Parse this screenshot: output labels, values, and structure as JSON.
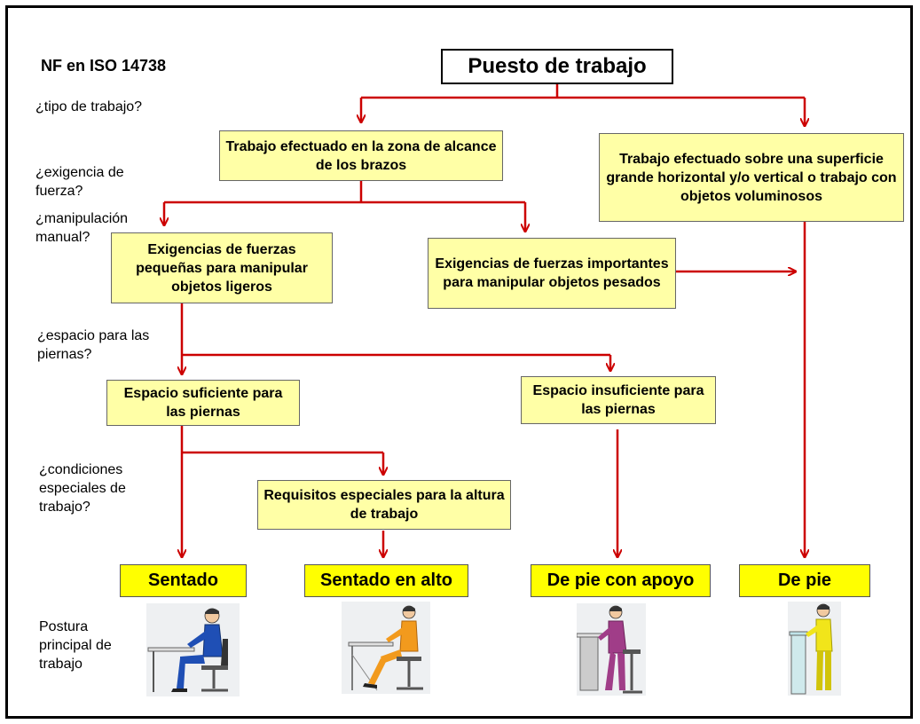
{
  "standard": "NF en ISO 14738",
  "title": "Puesto de trabajo",
  "questions": {
    "tipo": "¿tipo de trabajo?",
    "fuerza": "¿exigencia de fuerza?",
    "manipulacion": "¿manipulación manual?",
    "espacio": "¿espacio para las piernas?",
    "condiciones": "¿condiciones especiales de trabajo?",
    "postura": "Postura principal de trabajo"
  },
  "boxes": {
    "zona_alcance": "Trabajo efectuado en la zona de alcance de los brazos",
    "superficie_grande": "Trabajo efectuado sobre una superficie grande horizontal y/o vertical o trabajo con objetos voluminosos",
    "fuerzas_pequenas": "Exigencias de fuerzas pequeñas para manipular objetos ligeros",
    "fuerzas_importantes": "Exigencias de fuerzas importantes para manipular objetos pesados",
    "espacio_suficiente": "Espacio suficiente para las piernas",
    "espacio_insuficiente": "Espacio insuficiente para las piernas",
    "requisitos_especiales": "Requisitos especiales para la altura de trabajo"
  },
  "postures": {
    "sentado": "Sentado",
    "sentado_alto": "Sentado en alto",
    "de_pie_apoyo": "De pie con apoyo",
    "de_pie": "De pie"
  },
  "colors": {
    "arrow": "#cc0000",
    "box_fill": "#ffffa6",
    "posture_fill": "#ffff00"
  }
}
